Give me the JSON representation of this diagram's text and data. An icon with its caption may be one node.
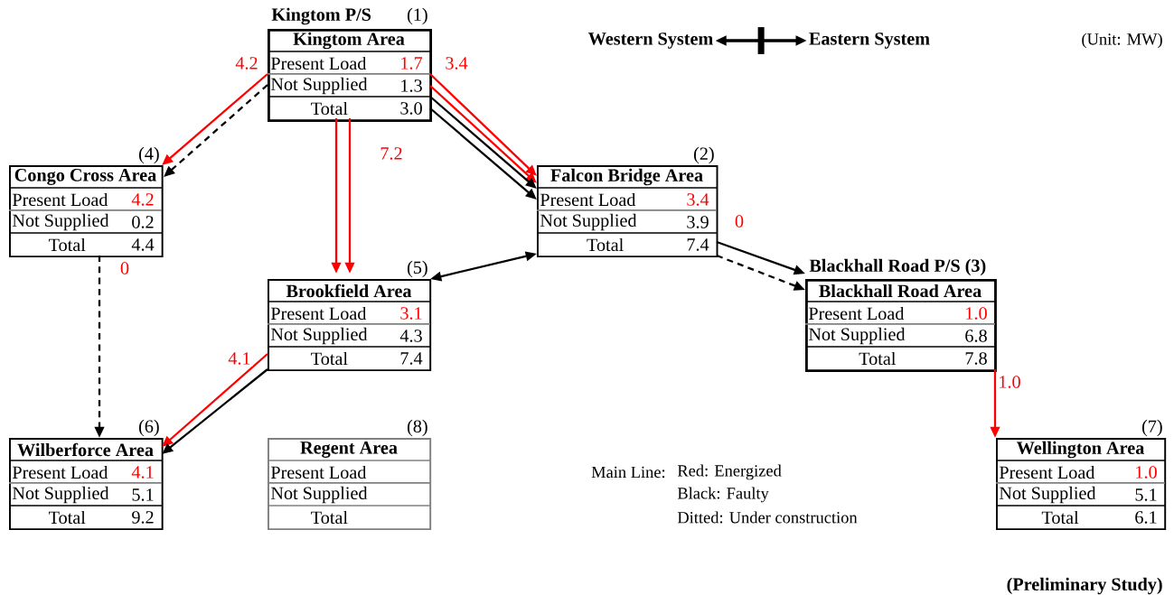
{
  "diagram": {
    "nodes": [
      {
        "text": [
          "Kingtom Area",
          "Present Load",
          "1.7",
          "Not Supplied",
          "1.3",
          "Total",
          "3.0"
        ],
        "beside": [
          "Kingtom P/S",
          "(1)"
        ]
      },
      {
        "text": [
          "Western System"
        ]
      },
      {
        "text": [
          "Eastern System"
        ]
      },
      {
        "text": [
          "Congo Cross Area",
          "Present Load",
          "4.2",
          "Not Supplied",
          "0.2",
          "Total",
          "4.4"
        ],
        "beside": [
          "(4)"
        ]
      },
      {
        "text": [
          "Falcon Bridge Area",
          "Present Load",
          "3.4",
          "Not Supplied",
          "3.9",
          "Total",
          "7.4"
        ],
        "beside": [
          "(2)"
        ]
      },
      {
        "text": [
          "Brookfield Area",
          "Present Load",
          "3.1",
          "Not Supplied",
          "4.3",
          "Total",
          "7.4"
        ],
        "beside": [
          "(5)"
        ]
      },
      {
        "text": [
          "Blackhall Road Area",
          "Present Load",
          "1.0",
          "Not Supplied",
          "6.8",
          "Total",
          "7.8"
        ],
        "beside": [
          "Blackhall Road P/S (3)"
        ]
      },
      {
        "text": [
          "Wilberforce Area",
          "Present Load",
          "4.1",
          "Not Supplied",
          "5.1",
          "Total",
          "9.2"
        ],
        "beside": [
          "(6)"
        ]
      },
      {
        "text": [
          "Regent Area",
          "Present Load",
          "Not Supplied",
          "Total"
        ],
        "beside": [
          "(8)"
        ]
      },
      {
        "text": [
          "Wellington Area",
          "Present Load",
          "1.0",
          "Not Supplied",
          "5.1",
          "Total",
          "6.1"
        ],
        "beside": [
          "(7)"
        ]
      }
    ],
    "edges": [
      {
        "from": 0,
        "to": 3,
        "arrow": "to",
        "label": "4.2",
        "color": "#ff0000"
      },
      {
        "from": 0,
        "to": 3,
        "arrow": "to",
        "style": "dashed"
      },
      {
        "from": 0,
        "to": 5,
        "arrow": "to",
        "label": "7.2",
        "color": "#ff0000"
      },
      {
        "from": 0,
        "to": 5,
        "arrow": "to",
        "color": "#ff0000"
      },
      {
        "from": 0,
        "to": 4,
        "arrow": "to",
        "label": "3.4",
        "color": "#ff0000"
      },
      {
        "from": 0,
        "to": 4,
        "arrow": "to",
        "color": "#ff0000"
      },
      {
        "from": 0,
        "to": 4,
        "arrow": "to"
      },
      {
        "from": 0,
        "to": 4,
        "arrow": "to"
      },
      {
        "from": 3,
        "to": 7,
        "arrow": "to",
        "label": "0",
        "style": "dashed"
      },
      {
        "from": 5,
        "to": 4,
        "arrow": "both"
      },
      {
        "from": 5,
        "to": 7,
        "arrow": "to",
        "label": "4.1",
        "color": "#ff0000"
      },
      {
        "from": 5,
        "to": 7,
        "arrow": "to"
      },
      {
        "from": 4,
        "to": 6,
        "arrow": "to",
        "label": "0"
      },
      {
        "from": 4,
        "to": 6,
        "arrow": "to",
        "style": "dashed"
      },
      {
        "from": 6,
        "to": 9,
        "arrow": "to",
        "label": "1.0",
        "color": "#ff0000"
      },
      {
        "from": 1,
        "to": 2,
        "arrow": "both"
      }
    ],
    "labels": [
      "(Unit: MW)",
      "Main Line:",
      "Red: Energized",
      "Black: Faulty",
      "Ditted: Under construction",
      "(Preliminary Study)"
    ]
  }
}
